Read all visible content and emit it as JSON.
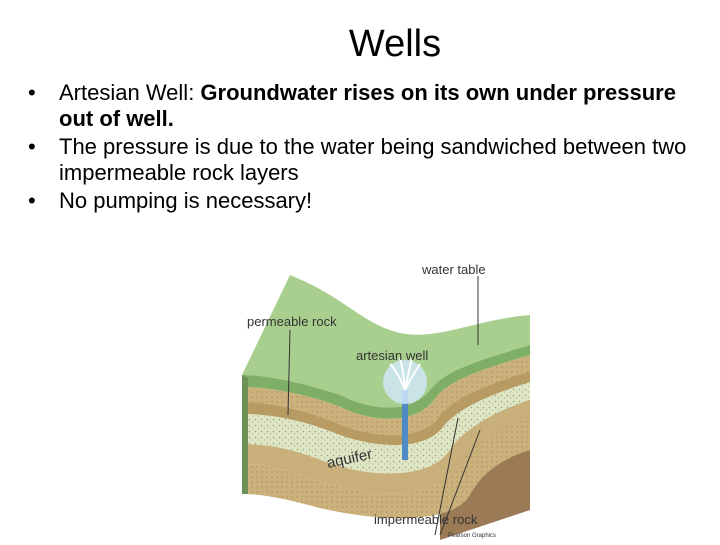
{
  "slide": {
    "title": "Wells",
    "bullets": [
      {
        "bullet": "•",
        "lead": "Artesian Well: ",
        "bold": "Groundwater rises on its own under pressure out of well."
      },
      {
        "bullet": "•",
        "lead": "The pressure is due to the water being sandwiched between two impermeable rock layers",
        "bold": ""
      },
      {
        "bullet": "•",
        "lead": "No pumping is necessary!",
        "bold": ""
      }
    ]
  },
  "figure": {
    "labels": {
      "water_table": "water table",
      "permeable_rock": "permeable rock",
      "artesian_well": "artesian well",
      "aquifer": "aquifer",
      "impermeable_rock": "impermeable rock",
      "credit": "Pearson Graphics"
    },
    "colors": {
      "grass_top": "#a9cf8e",
      "grass_side": "#7fae66",
      "aquifer": "#dfe6c6",
      "impermeable": "#c9b07a",
      "bedrock": "#9a7b55",
      "water": "#8fc3ea"
    }
  }
}
